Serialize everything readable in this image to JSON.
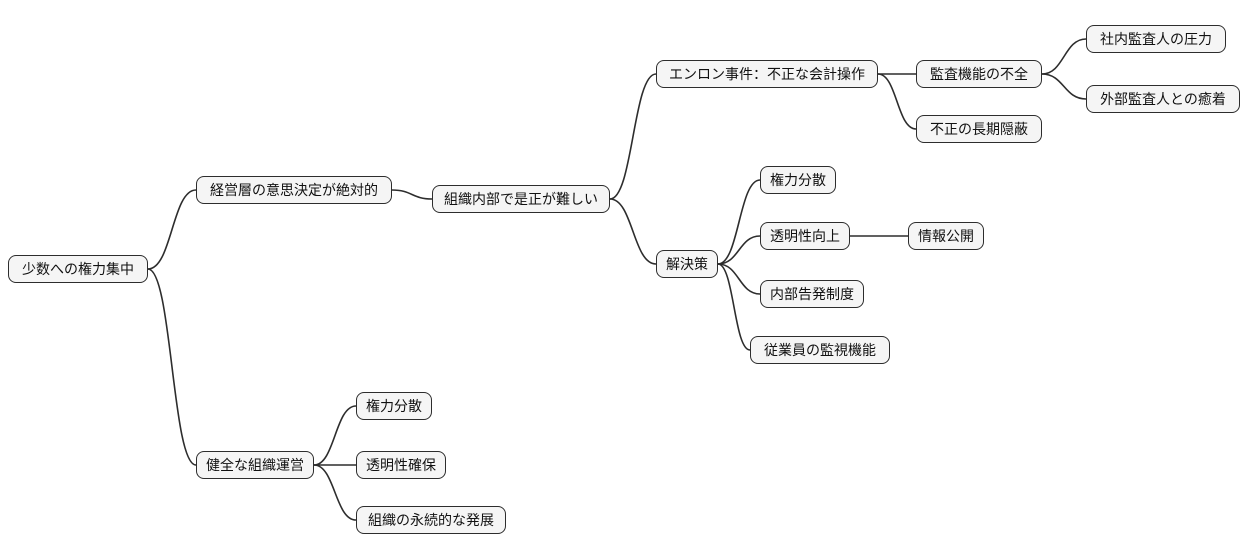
{
  "diagram_type": "mindmap",
  "colors": {
    "background": "#ffffff",
    "node_fill": "#f5f5f5",
    "node_border": "#2d2d2d",
    "connector": "#2d2d2d",
    "text": "#111111"
  },
  "nodes": [
    {
      "id": 0,
      "label": "少数への権力集中",
      "parent_id": null
    },
    {
      "id": 1,
      "label": "経営層の意思決定が絶対的",
      "parent_id": 0
    },
    {
      "id": 2,
      "label": "組織内部で是正が難しい",
      "parent_id": 1
    },
    {
      "id": 3,
      "label": "エンロン事件：不正な会計操作",
      "parent_id": 2
    },
    {
      "id": 4,
      "label": "監査機能の不全",
      "parent_id": 3
    },
    {
      "id": 5,
      "label": "社内監査人の圧力",
      "parent_id": 4
    },
    {
      "id": 6,
      "label": "外部監査人との癒着",
      "parent_id": 4
    },
    {
      "id": 7,
      "label": "不正の長期隠蔽",
      "parent_id": 3
    },
    {
      "id": 8,
      "label": "解決策",
      "parent_id": 2
    },
    {
      "id": 9,
      "label": "権力分散",
      "parent_id": 8
    },
    {
      "id": 10,
      "label": "透明性向上",
      "parent_id": 8
    },
    {
      "id": 11,
      "label": "情報公開",
      "parent_id": 10
    },
    {
      "id": 12,
      "label": "内部告発制度",
      "parent_id": 8
    },
    {
      "id": 13,
      "label": "従業員の監視機能",
      "parent_id": 8
    },
    {
      "id": 14,
      "label": "健全な組織運営",
      "parent_id": 0
    },
    {
      "id": 15,
      "label": "権力分散",
      "parent_id": 14
    },
    {
      "id": 16,
      "label": "透明性確保",
      "parent_id": 14
    },
    {
      "id": 17,
      "label": "組織の永続的な発展",
      "parent_id": 14
    }
  ]
}
